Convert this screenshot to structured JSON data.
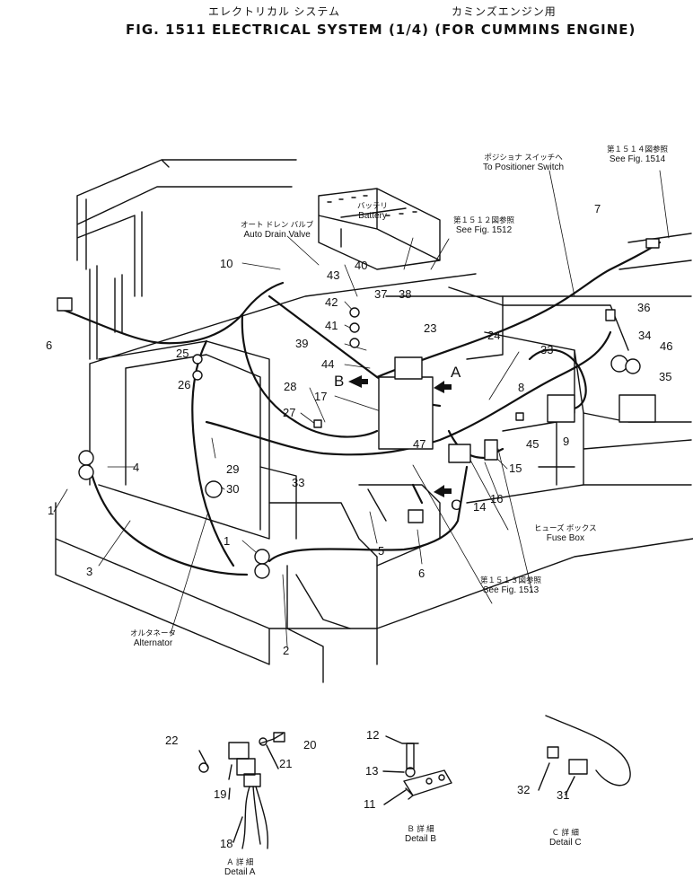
{
  "header": {
    "jp_title": "エレクトリカル システム",
    "jp_engine": "カミンズエンジン用",
    "title": "FIG. 1511  ELECTRICAL SYSTEM (1/4) (FOR CUMMINS ENGINE)"
  },
  "callouts": {
    "positioner_jp": "ポジショナ スイッチへ",
    "positioner": "To Positioner Switch",
    "fig1514_jp": "第１５１４図参照",
    "fig1514": "See Fig. 1514",
    "battery_jp": "バッテリ",
    "battery": "Battery",
    "fig1512_jp": "第１５１２図参照",
    "fig1512": "See Fig. 1512",
    "drain_jp": "オート ドレン バルブ",
    "drain": "Auto Drain Valve",
    "fuse_jp": "ヒューズ ボックス",
    "fuse": "Fuse Box",
    "fig1513_jp": "第１５１３図参照",
    "fig1513": "See Fig. 1513",
    "alt_jp": "オルタネータ",
    "alt": "Alternator",
    "detA_jp": "Ａ 詳 細",
    "detA": "Detail A",
    "detB_jp": "Ｂ 詳 細",
    "detB": "Detail B",
    "detC_jp": "Ｃ 詳 細",
    "detC": "Detail C"
  },
  "letters": {
    "A": "A",
    "B": "B",
    "C": "C"
  },
  "parts": {
    "p1": "1",
    "p1b": "1",
    "p2": "2",
    "p3": "3",
    "p4": "4",
    "p5": "5",
    "p6": "6",
    "p6b": "6",
    "p7": "7",
    "p8": "8",
    "p9": "9",
    "p10": "10",
    "p11": "11",
    "p12": "12",
    "p13": "13",
    "p14": "14",
    "p15": "15",
    "p16": "16",
    "p17": "17",
    "p18": "18",
    "p19": "19",
    "p20": "20",
    "p21": "21",
    "p22": "22",
    "p23": "23",
    "p24": "24",
    "p25": "25",
    "p26": "26",
    "p27": "27",
    "p28": "28",
    "p29": "29",
    "p30": "30",
    "p31": "31",
    "p32": "32",
    "p33": "33",
    "p33b": "33",
    "p34": "34",
    "p35": "35",
    "p36": "36",
    "p37": "37",
    "p38": "38",
    "p39": "39",
    "p40": "40",
    "p41": "41",
    "p42": "42",
    "p43": "43",
    "p44": "44",
    "p45": "45",
    "p46": "46",
    "p47": "47"
  }
}
